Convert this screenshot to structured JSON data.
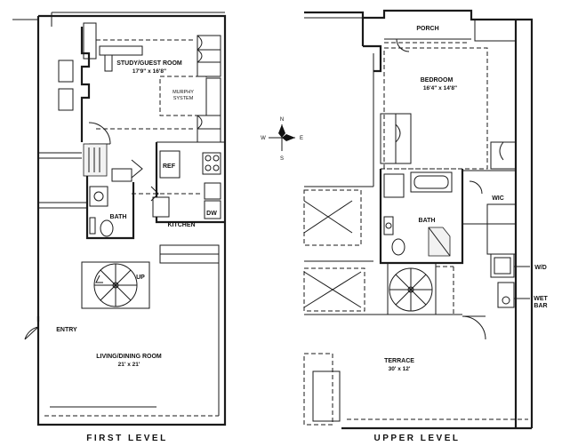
{
  "levels": {
    "first": "FIRST LEVEL",
    "upper": "UPPER LEVEL"
  },
  "first_level": {
    "study": {
      "name": "STUDY/GUEST ROOM",
      "size": "17'9\" x 16'8\""
    },
    "murphy": {
      "line1": "MURPHY",
      "line2": "SYSTEM"
    },
    "ref": "REF",
    "dw": "DW",
    "bath": "BATH",
    "kitchen": "KITCHEN",
    "up": "UP",
    "entry": "ENTRY",
    "living": {
      "name": "LIVING/DINING ROOM",
      "size": "21' x 21'"
    }
  },
  "upper_level": {
    "porch": "PORCH",
    "bedroom": {
      "name": "BEDROOM",
      "size": "16'4\" x 14'8\""
    },
    "wic": "WIC",
    "bath": "BATH",
    "wd": "W/D",
    "wet_bar": {
      "line1": "WET",
      "line2": "BAR"
    },
    "terrace": {
      "name": "TERRACE",
      "size": "30' x 12'"
    }
  },
  "compass": {
    "n": "N",
    "s": "S",
    "e": "E",
    "w": "W"
  }
}
